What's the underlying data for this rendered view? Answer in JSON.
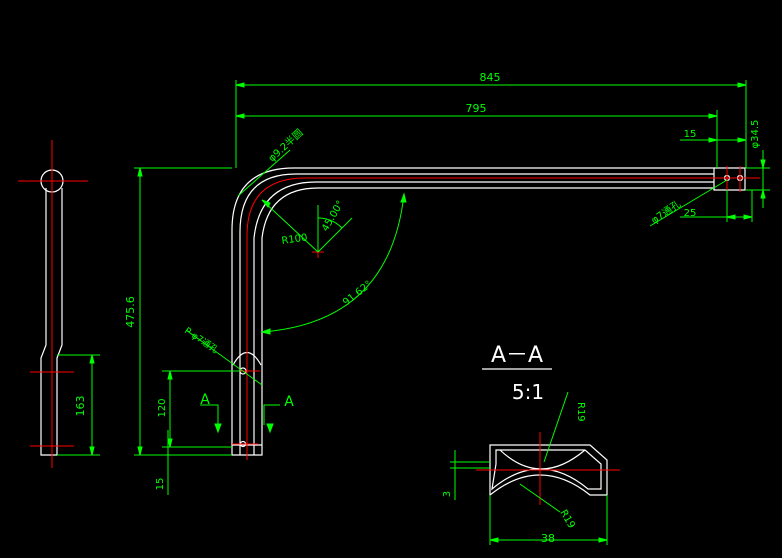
{
  "colors": {
    "background": "#000000",
    "outline": "#ffffff",
    "dimension": "#00ff00",
    "centerline": "#ff0000",
    "text": "#00ff00",
    "section_title": "#ffffff"
  },
  "dimensions": {
    "overall_length": "845",
    "inner_length": "795",
    "end_offset": "15",
    "tube_diameter": "φ34.5",
    "end_hole_offset": "25",
    "end_hole": "φ7通孔",
    "bend_tube": "φ9.2半圆",
    "bend_radius": "R100",
    "bend_angle_small": "45.00°",
    "bend_angle_large": "91.62°",
    "height": "475.6",
    "lower_hole": "P-φ7通孔",
    "lower_offset": "120",
    "bottom_offset": "15",
    "side_length": "163",
    "profile_radius_top": "R19",
    "profile_radius_bottom": "R19",
    "profile_thickness": "3",
    "profile_width": "38"
  },
  "section": {
    "title": "A－A",
    "scale": "5:1",
    "marker_left": "A",
    "marker_right": "A"
  }
}
